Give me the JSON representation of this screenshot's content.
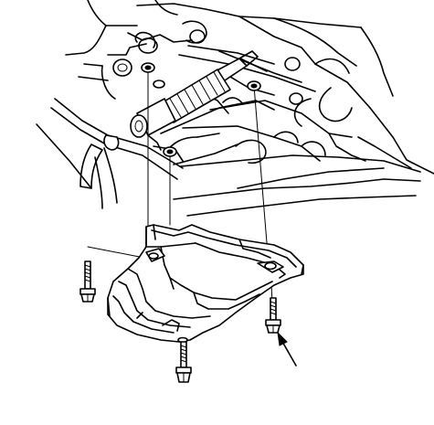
{
  "figure": {
    "background": "#ffffff",
    "line_color": "#000000",
    "parts": [
      "transmission-case",
      "shift-cable",
      "wire-harness",
      "lower-cover",
      "bolt",
      "bolt",
      "bolt"
    ]
  }
}
